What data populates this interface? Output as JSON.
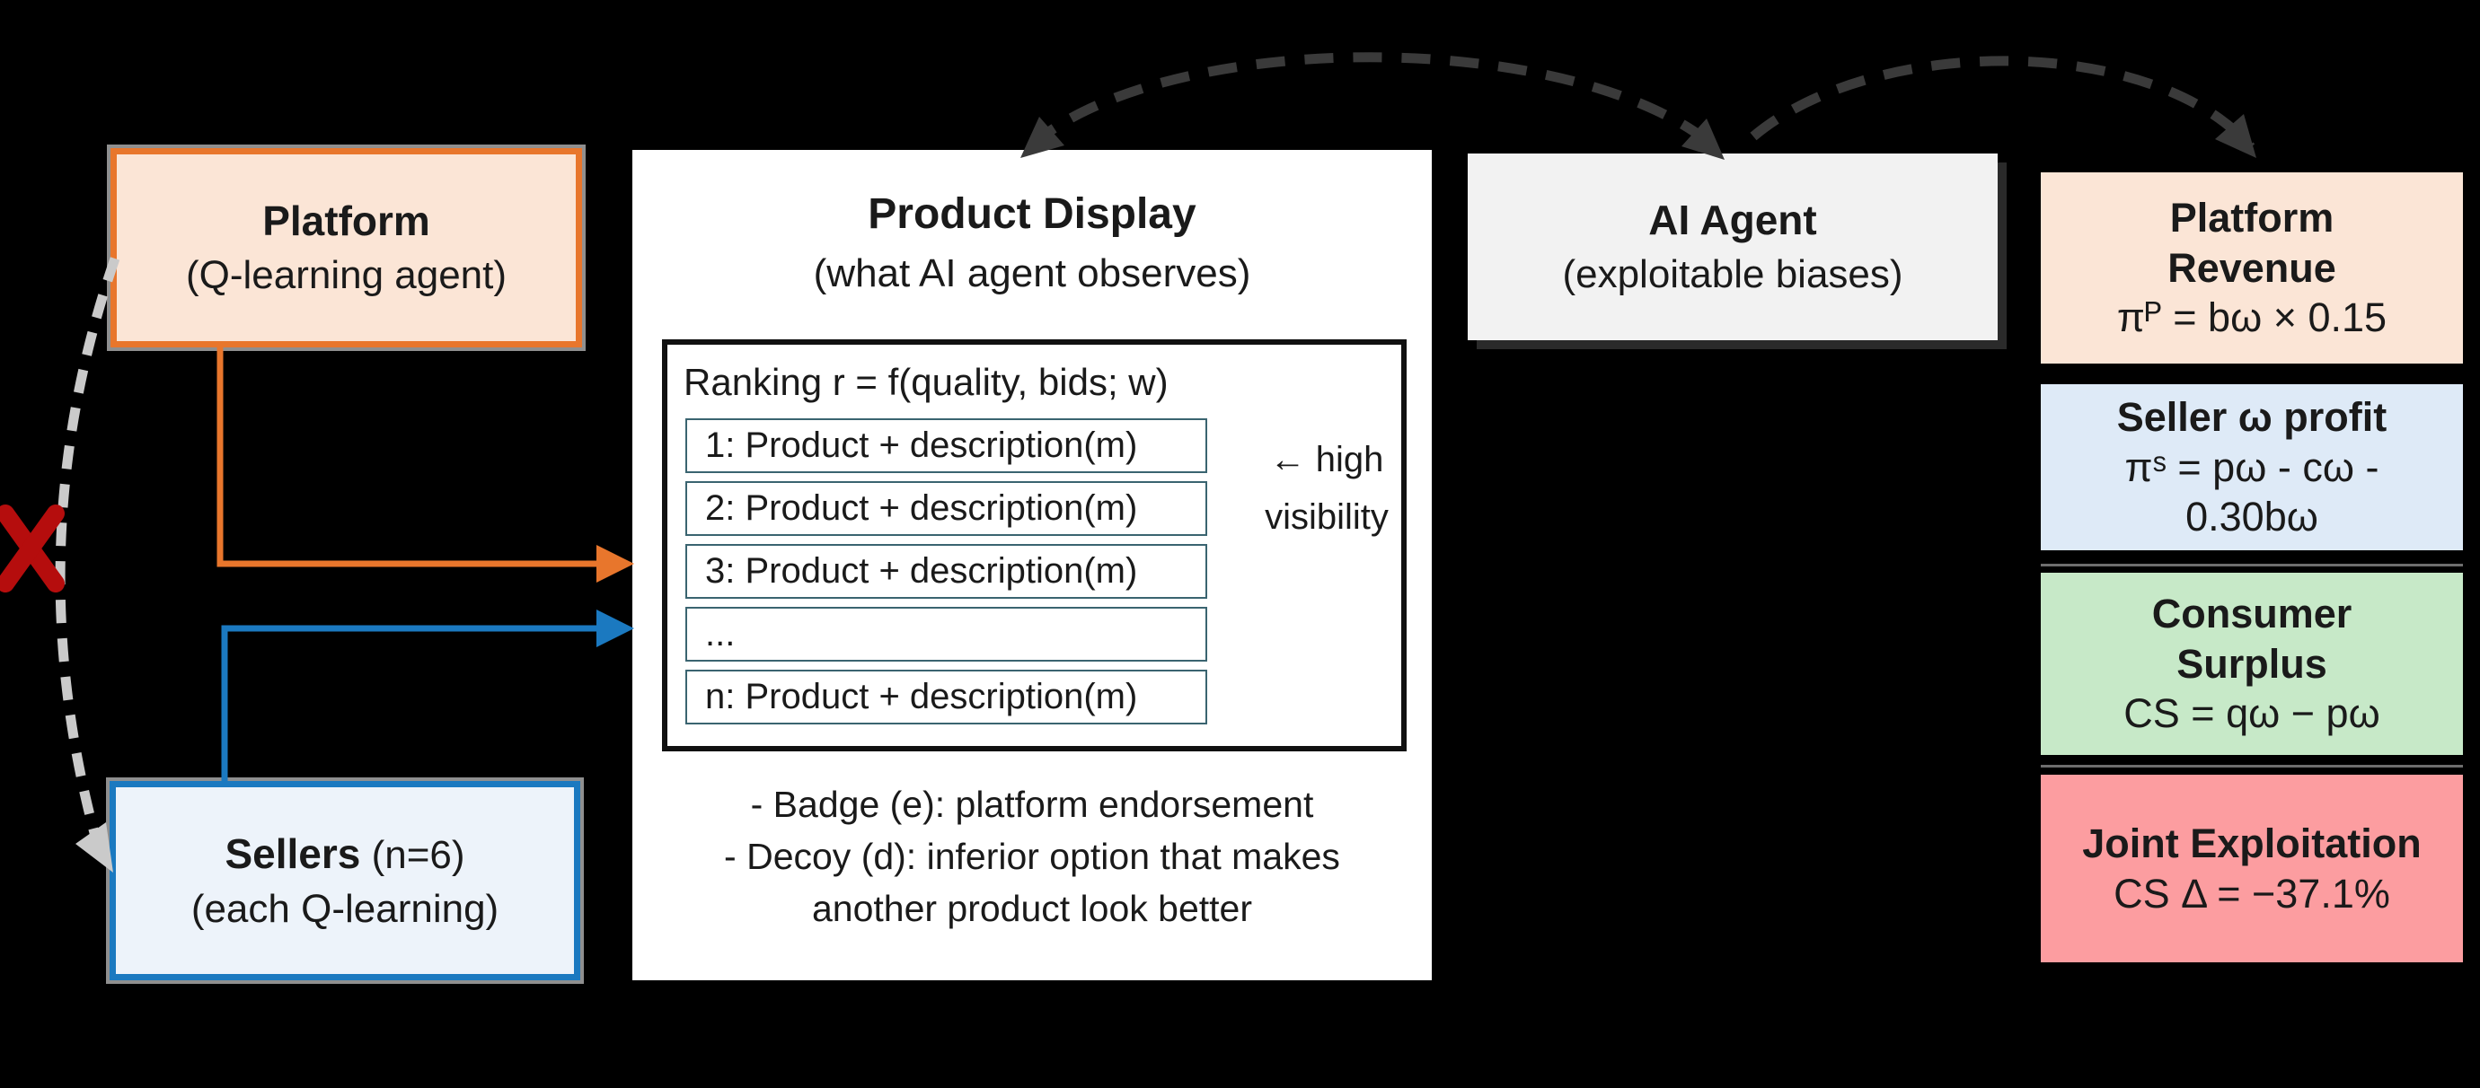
{
  "platform_box": {
    "title": "Platform",
    "subtitle": "(Q-learning agent)"
  },
  "sellers_box": {
    "title_bold": "Sellers",
    "title_normal": " (n=6)",
    "subtitle": "(each Q-learning)"
  },
  "product_display": {
    "title": "Product Display",
    "subtitle": "(what AI agent observes)",
    "ranking_header": "Ranking r = f(quality, bids; w)",
    "ranking_rows": [
      "1: Product + description(m)",
      "2: Product + description(m)",
      "3: Product + description(m)",
      "...",
      "n: Product + description(m)"
    ],
    "high_visibility_line1": "← high",
    "high_visibility_line2": "visibility",
    "notes": [
      "- Badge (e): platform endorsement",
      "- Decoy (d): inferior option that makes another product look better"
    ]
  },
  "ai_agent_box": {
    "title": "AI Agent",
    "subtitle": "(exploitable biases)"
  },
  "outcomes": [
    {
      "title1": "Platform",
      "title2": "Revenue",
      "formula1": "πᴾ = bω × 0.15",
      "formula2": "",
      "fill": "#FBE5D6"
    },
    {
      "title1": "Seller ω profit",
      "title2": "",
      "formula1": "πˢ = pω - cω -",
      "formula2": "0.30bω",
      "fill": "#DEEAF7"
    },
    {
      "title1": "Consumer",
      "title2": "Surplus",
      "formula1": "CS = qω − pω",
      "formula2": "",
      "fill": "#C7E9C8"
    },
    {
      "title1": "Joint Exploitation",
      "title2": "",
      "formula1": "CS Δ = −37.1%",
      "formula2": "",
      "fill": "#FC9DA0"
    }
  ],
  "colors": {
    "background": "#000000",
    "platform_accent": "#E8762C",
    "platform_fill": "#FBE5D6",
    "sellers_accent": "#1B79C0",
    "sellers_fill": "#EDF3FA",
    "ai_agent_fill": "#F2F2F2",
    "revenue_fill": "#FBE5D6",
    "seller_profit_fill": "#DEEAF7",
    "consumer_surplus_fill": "#C7E9C8",
    "joint_exploitation_fill": "#FC9DA0",
    "dashed_arc": "#3A3A3A",
    "dashed_gray_link": "#CACACA",
    "blocked_x_red": "#B50D0D",
    "box_shadow_gray": "#8F8F8F"
  }
}
